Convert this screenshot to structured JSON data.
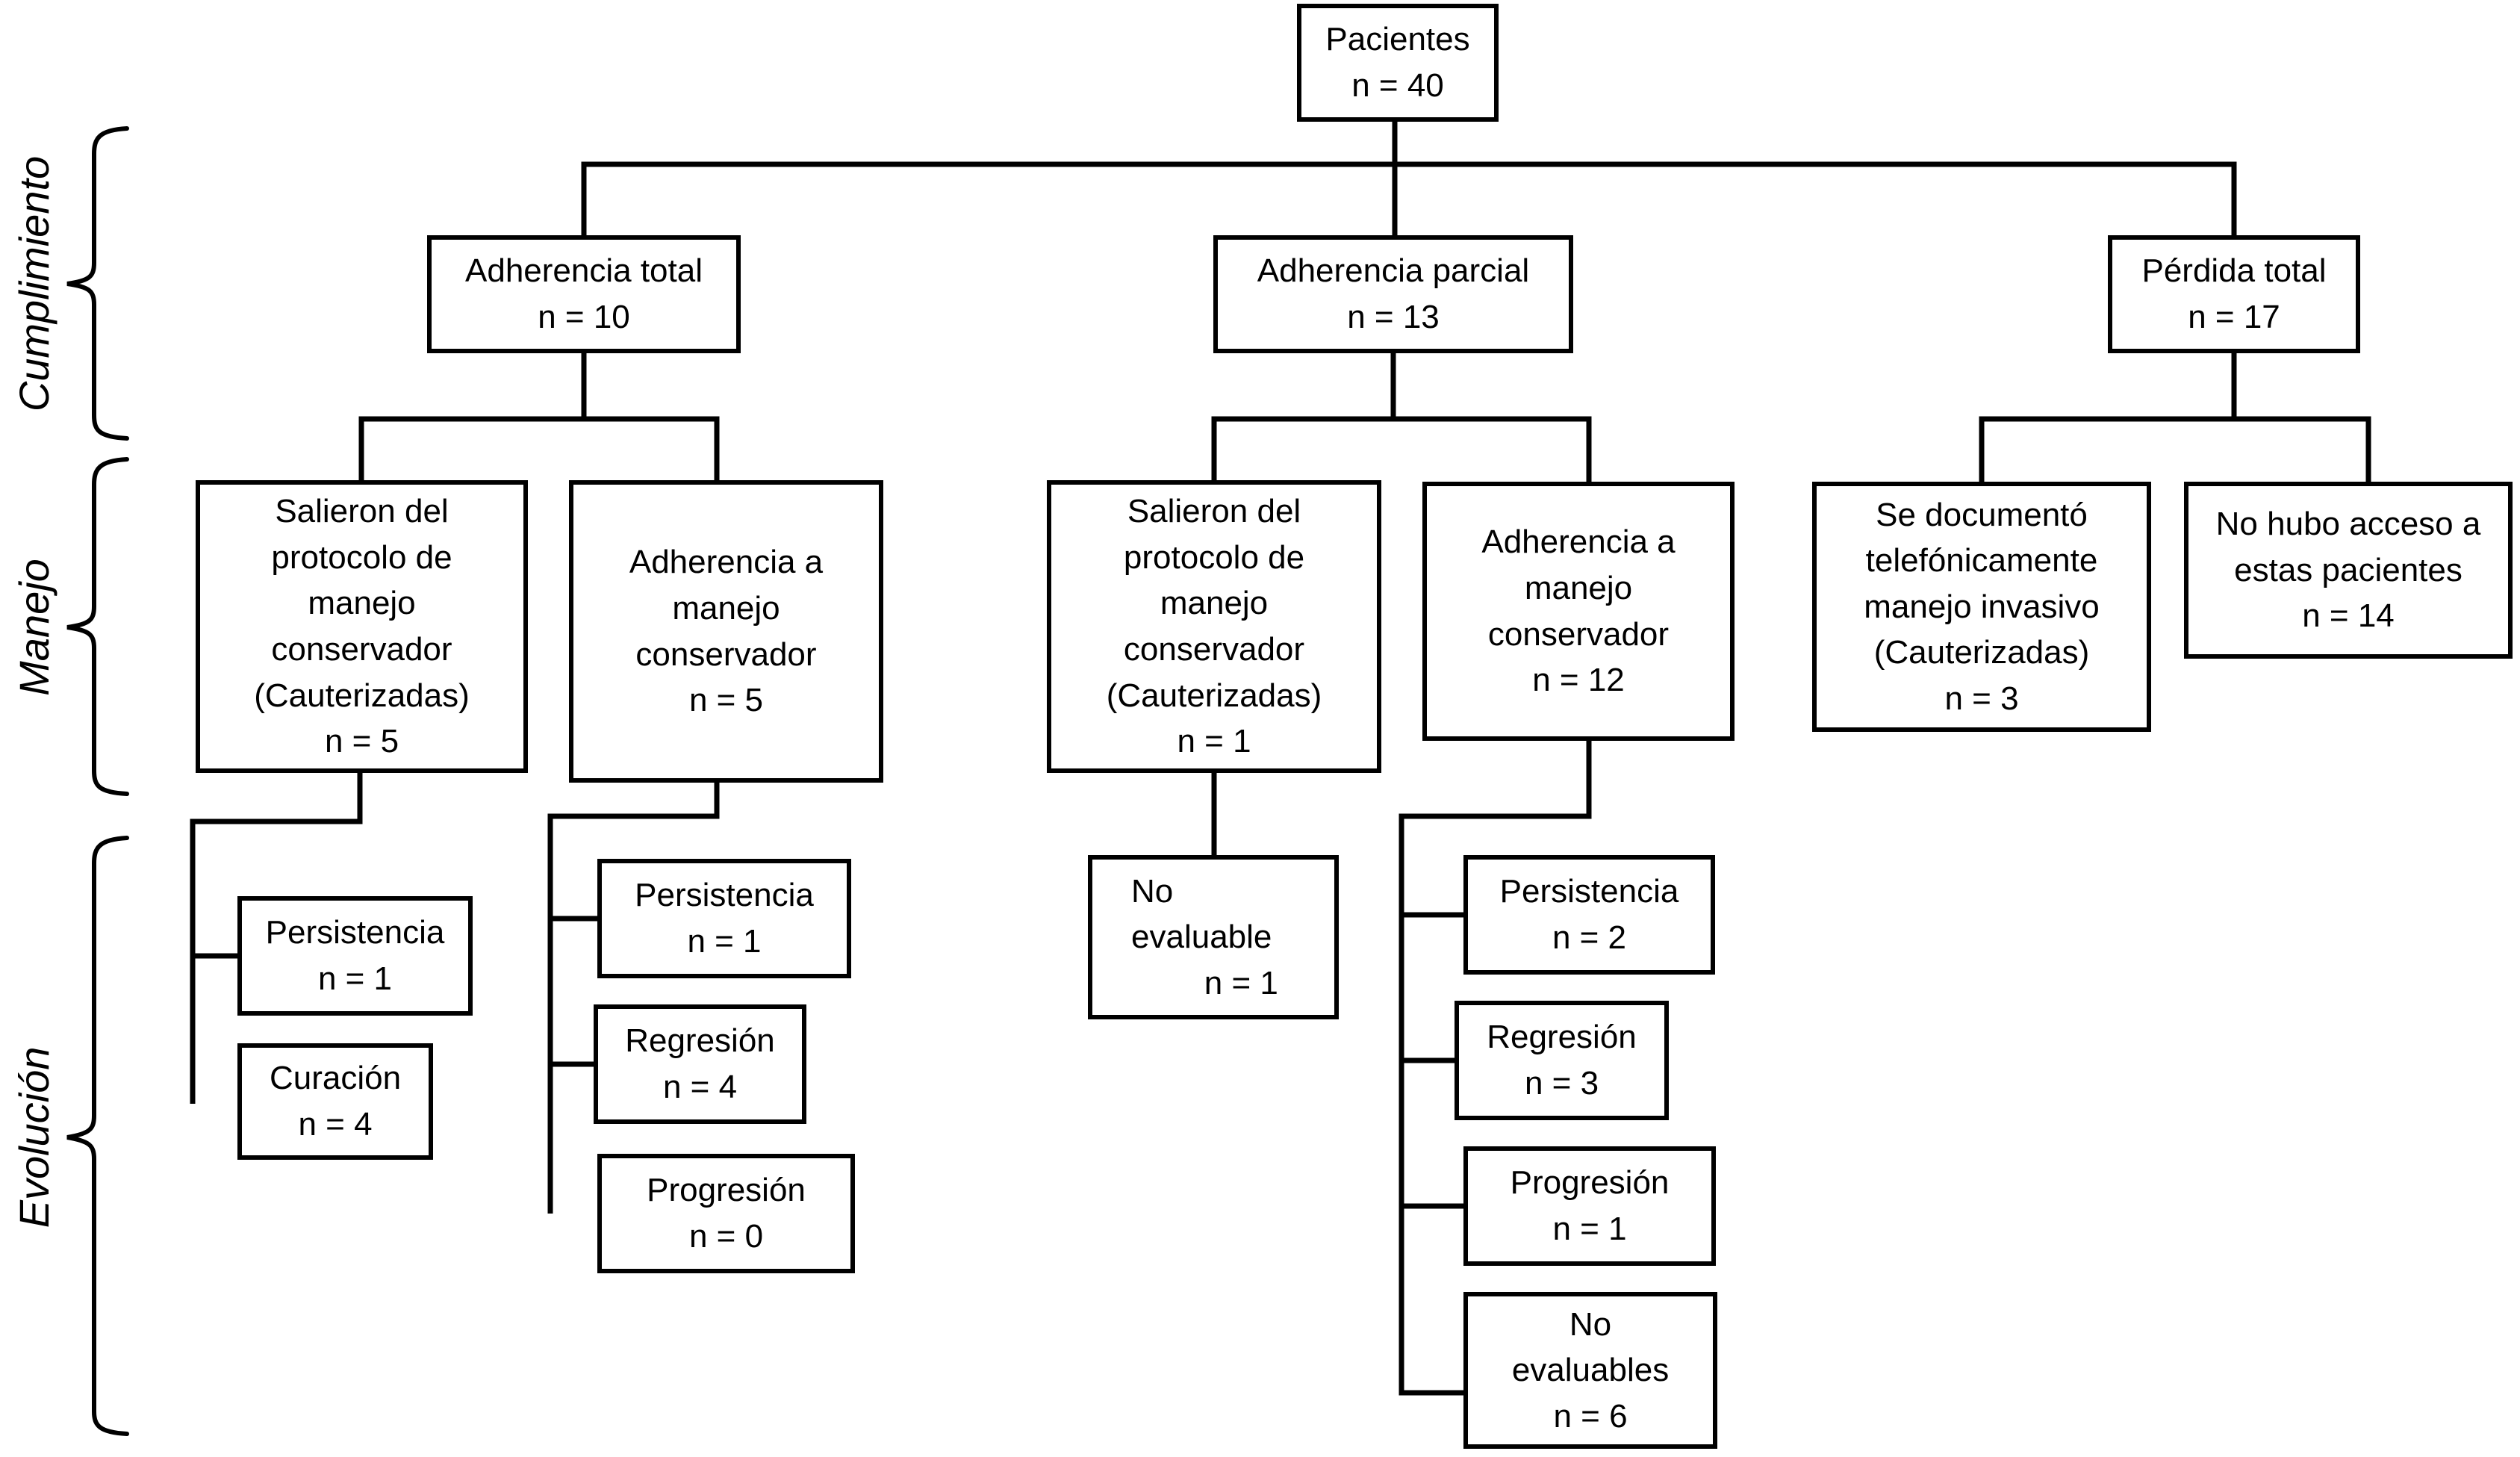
{
  "figure_type": "patient-flow-diagram",
  "colors": {
    "background": "#ffffff",
    "line": "#000000",
    "text": "#000000"
  },
  "row_labels": [
    {
      "label": "Cumplimiento"
    },
    {
      "label": "Manejo"
    },
    {
      "label": "Evolución"
    }
  ],
  "nodes": {
    "pacientes": {
      "text": "Pacientes\nn = 40"
    },
    "adherencia_total": {
      "text": "Adherencia total\nn = 10"
    },
    "adherencia_parcial": {
      "text": "Adherencia parcial\nn = 13"
    },
    "perdida_total": {
      "text": "Pérdida total\nn = 17"
    },
    "salieron_total": {
      "text": "Salieron del\nprotocolo de\nmanejo\nconservador\n(Cauterizadas)\nn = 5"
    },
    "adherencia_manejo_5": {
      "text": "Adherencia a\nmanejo\nconservador\nn = 5"
    },
    "salieron_parcial": {
      "text": "Salieron del\nprotocolo de\nmanejo\nconservador\n(Cauterizadas)\nn = 1"
    },
    "adherencia_manejo_12": {
      "text": "Adherencia a\nmanejo\nconservador\nn = 12"
    },
    "se_documento": {
      "text": "Se documentó\ntelefónicamente\nmanejo invasivo\n(Cauterizadas)\nn = 3"
    },
    "no_hubo_acceso": {
      "text": "No hubo acceso a\nestas pacientes\nn = 14"
    },
    "persistencia_a": {
      "text": "Persistencia\nn = 1"
    },
    "curacion_a": {
      "text": "Curación\nn = 4"
    },
    "persistencia_b": {
      "text": "Persistencia\nn = 1"
    },
    "regresion_b": {
      "text": "Regresión\nn = 4"
    },
    "progresion_b": {
      "text": "Progresión\nn = 0"
    },
    "no_evaluable": {
      "text": "No\nevaluable\n        n = 1"
    },
    "persistencia_c": {
      "text": "Persistencia\nn = 2"
    },
    "regresion_c": {
      "text": "Regresión\nn = 3"
    },
    "progresion_c": {
      "text": "Progresión\nn = 1"
    },
    "no_evaluables": {
      "text": "No\nevaluables\nn = 6"
    }
  }
}
